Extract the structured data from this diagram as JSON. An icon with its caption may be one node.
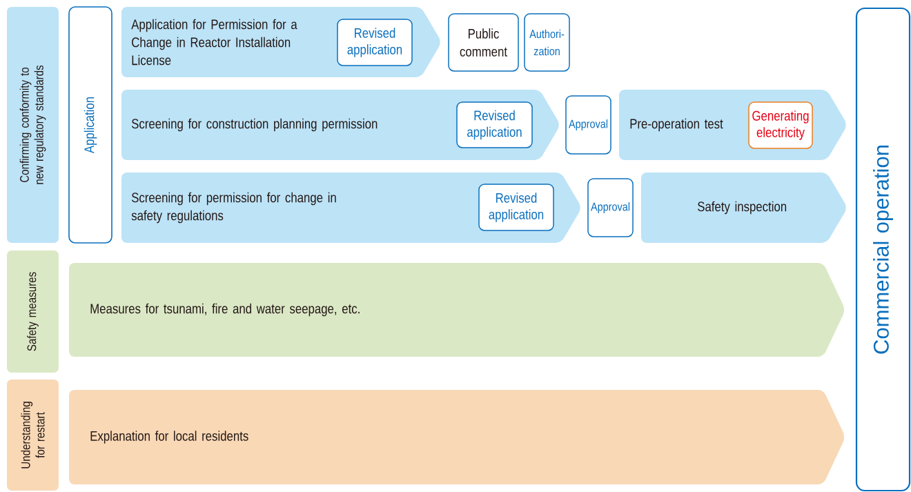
{
  "diagram": {
    "nodes": [
      {
        "text": [
          "Confirming conformity to new regulatory standards"
        ]
      },
      {
        "text": [
          "Application"
        ]
      },
      {
        "text": [
          "Application for Permission for a Change in Reactor Installation License"
        ]
      },
      {
        "text": [
          "Revised application"
        ],
        "in": 2
      },
      {
        "text": [
          "Public comment"
        ]
      },
      {
        "text": [
          "Authori- zation"
        ]
      },
      {
        "text": [
          "Screening for construction planning permission"
        ]
      },
      {
        "text": [
          "Revised application"
        ],
        "in": 6
      },
      {
        "text": [
          "Approval"
        ]
      },
      {
        "text": [
          "Pre-operation test"
        ]
      },
      {
        "text": [
          "Generating electricity"
        ],
        "in": 9
      },
      {
        "text": [
          "Screening for permission for change in safety regulations"
        ]
      },
      {
        "text": [
          "Revised application"
        ],
        "in": 11
      },
      {
        "text": [
          "Approval"
        ]
      },
      {
        "text": [
          "Safety inspection"
        ]
      },
      {
        "text": [
          "Safety measures"
        ]
      },
      {
        "text": [
          "Measures for tsunami, fire and water seepage, etc."
        ]
      },
      {
        "text": [
          "Understanding for restart"
        ]
      },
      {
        "text": [
          "Explanation for local residents"
        ]
      },
      {
        "text": [
          "Commercial operation"
        ]
      }
    ]
  }
}
